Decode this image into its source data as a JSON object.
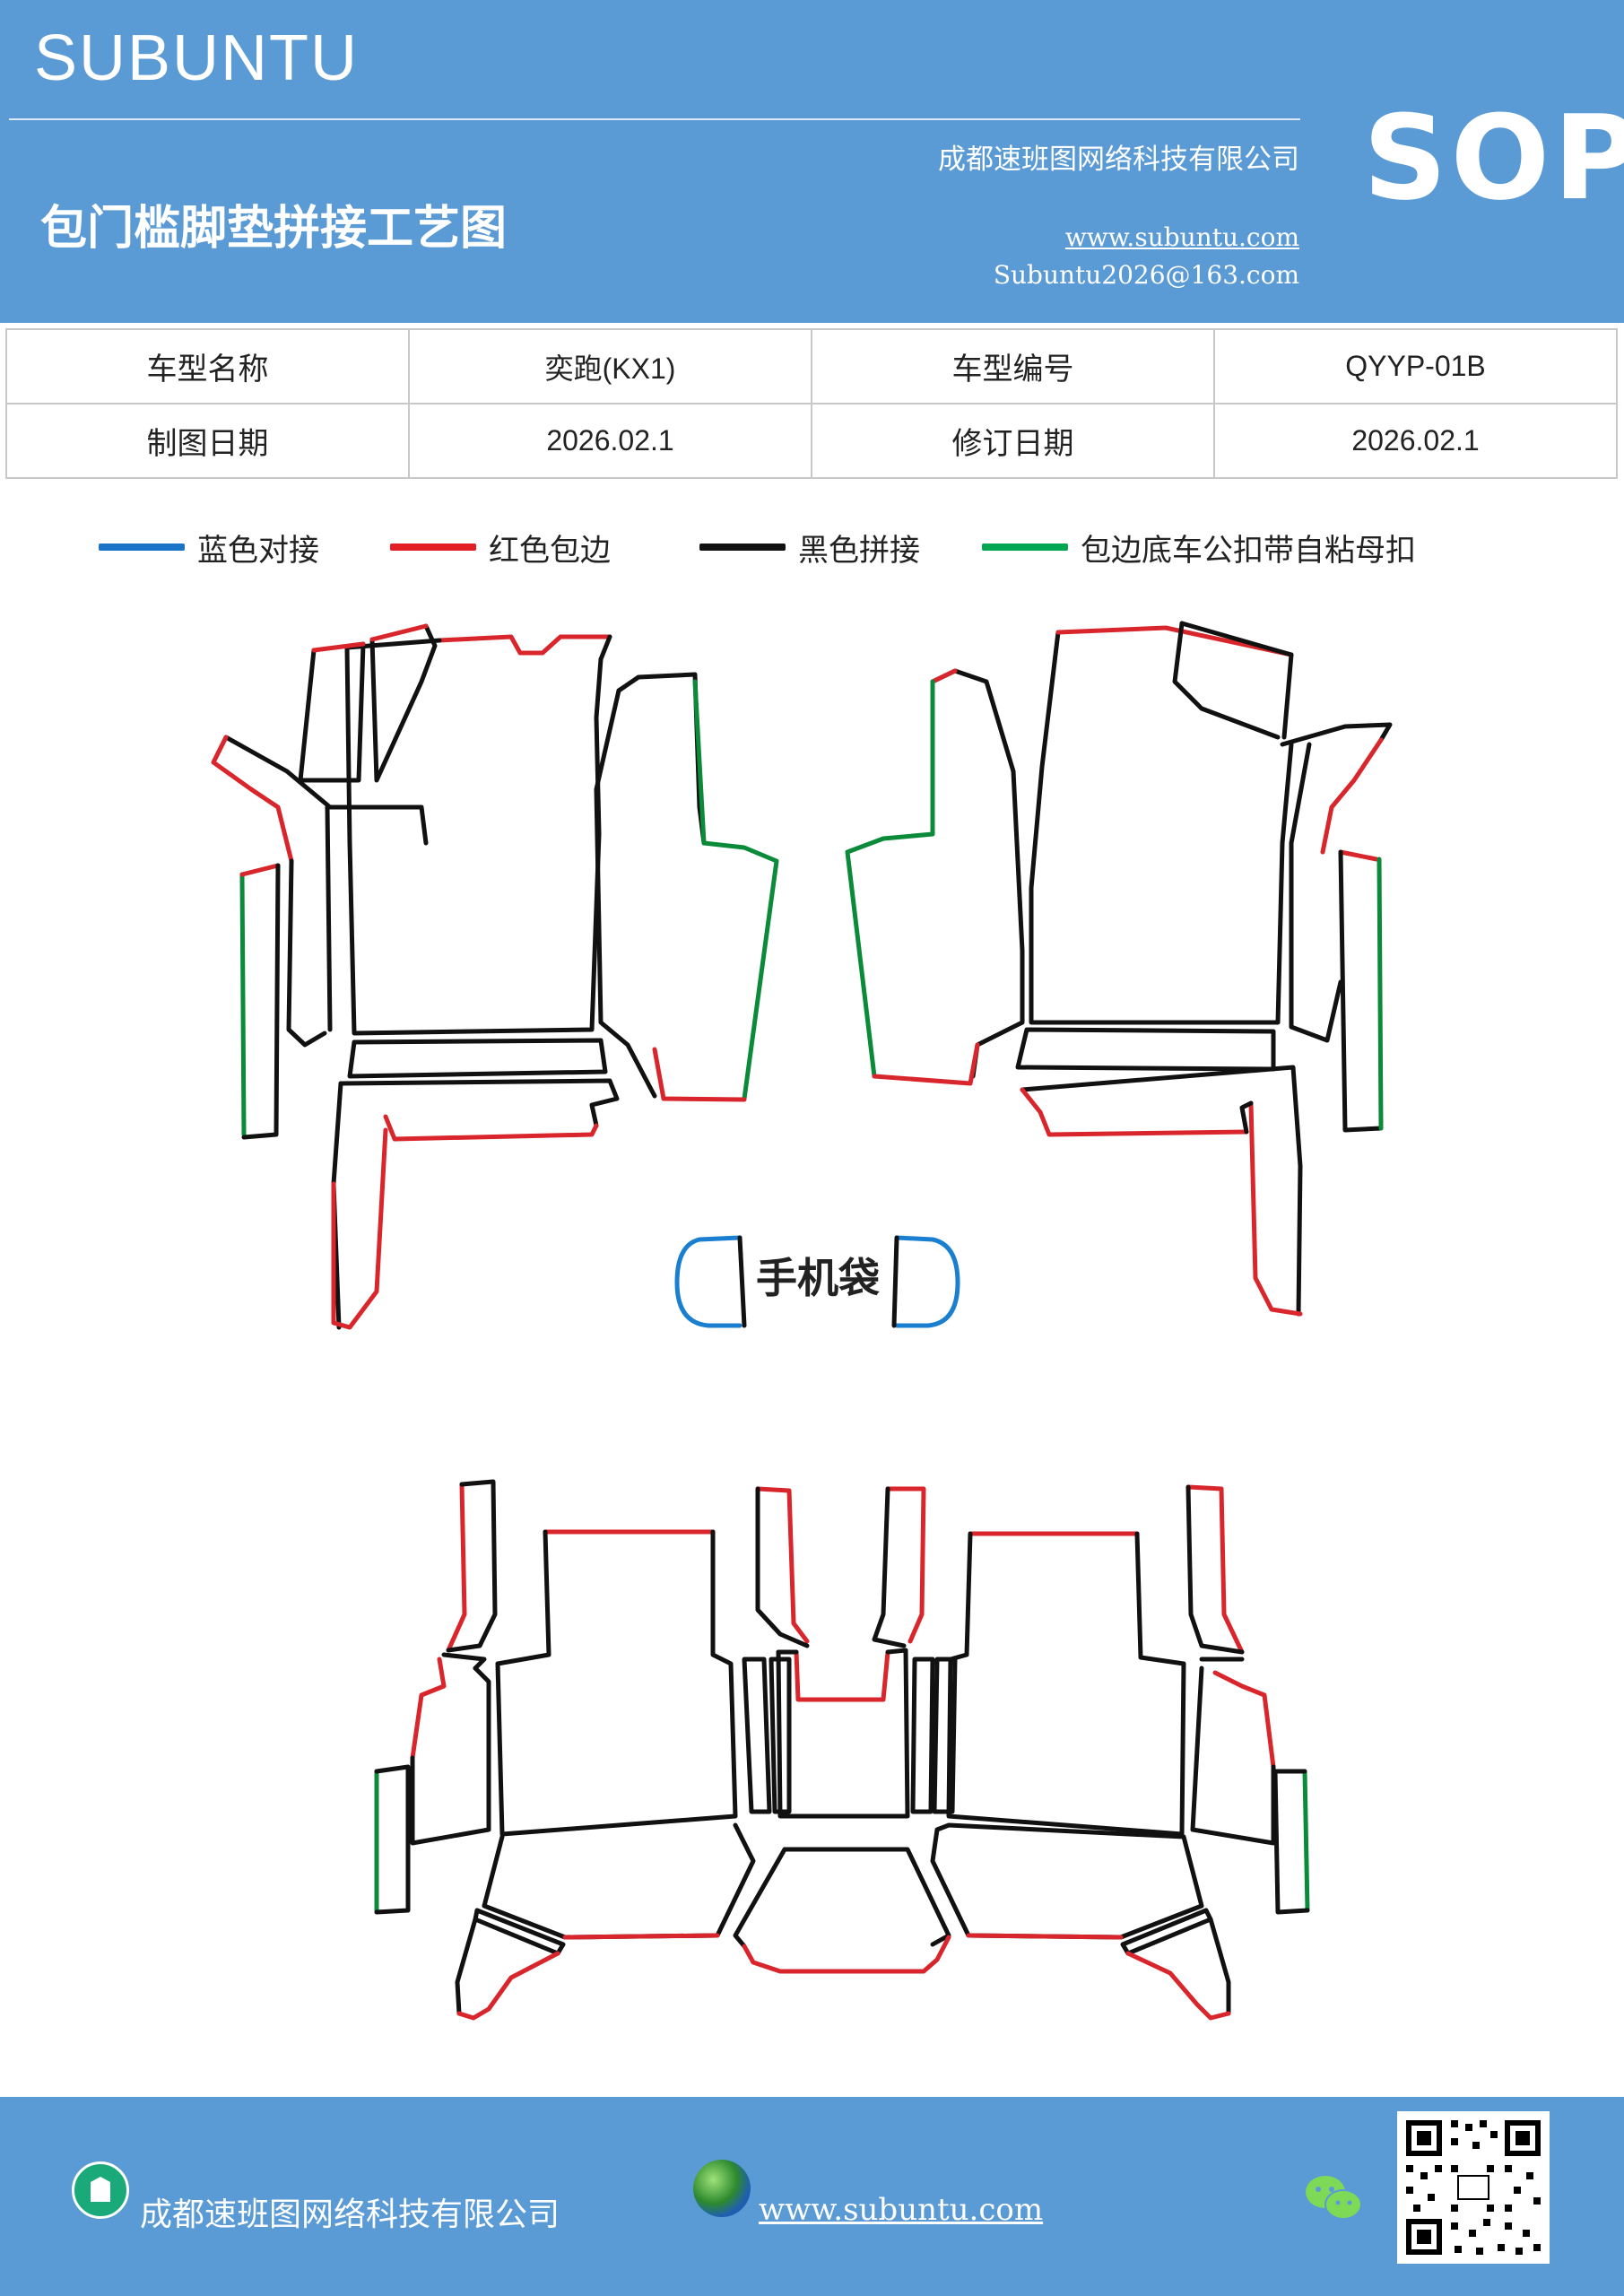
{
  "header": {
    "brand": "SUBUNTU",
    "company": "成都速班图网络科技有限公司",
    "title": "包门槛脚垫拼接工艺图",
    "website": "www.subuntu.com",
    "email": "Subuntu2026@163.com",
    "badge": "SOP"
  },
  "info_table": {
    "rows": [
      [
        "车型名称",
        "奕跑(KX1)",
        "车型编号",
        "QYYP-01B"
      ],
      [
        "制图日期",
        "2026.02.1",
        "修订日期",
        "2026.02.1"
      ]
    ]
  },
  "legend": {
    "items": [
      {
        "label": "蓝色对接",
        "color": "#1a73c6"
      },
      {
        "label": "红色包边",
        "color": "#e31e24"
      },
      {
        "label": "黑色拼接",
        "color": "#111111"
      },
      {
        "label": "包边底车公扣带自粘母扣",
        "color": "#00a651"
      }
    ]
  },
  "drawing": {
    "phone_bag_label": "手机袋",
    "colors": {
      "red": "#d8262c",
      "black": "#111111",
      "green": "#0b8a3a",
      "blue": "#1a7fd0"
    }
  },
  "footer": {
    "company": "成都速班图网络科技有限公司",
    "website": "www.subuntu.com",
    "icons": [
      "building-icon",
      "globe-icon",
      "wechat-icon",
      "qr-code"
    ]
  }
}
